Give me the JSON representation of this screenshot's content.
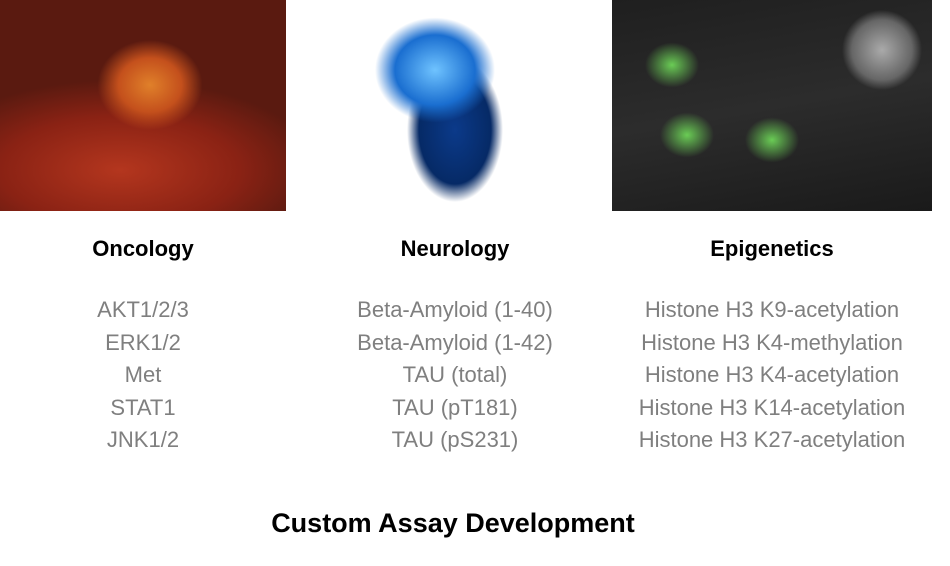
{
  "columns": [
    {
      "heading": "Oncology",
      "items": [
        "AKT1/2/3",
        "ERK1/2",
        "Met",
        "STAT1",
        "JNK1/2"
      ]
    },
    {
      "heading": "Neurology",
      "items": [
        "Beta-Amyloid (1-40)",
        "Beta-Amyloid (1-42)",
        "TAU (total)",
        "TAU (pT181)",
        "TAU (pS231)"
      ]
    },
    {
      "heading": "Epigenetics",
      "items": [
        "Histone H3 K9-acetylation",
        "Histone H3 K4-methylation",
        "Histone H3 K4-acetylation",
        "Histone H3 K14-acetylation",
        "Histone H3 K27-acetylation"
      ]
    }
  ],
  "footer": "Custom Assay Development"
}
